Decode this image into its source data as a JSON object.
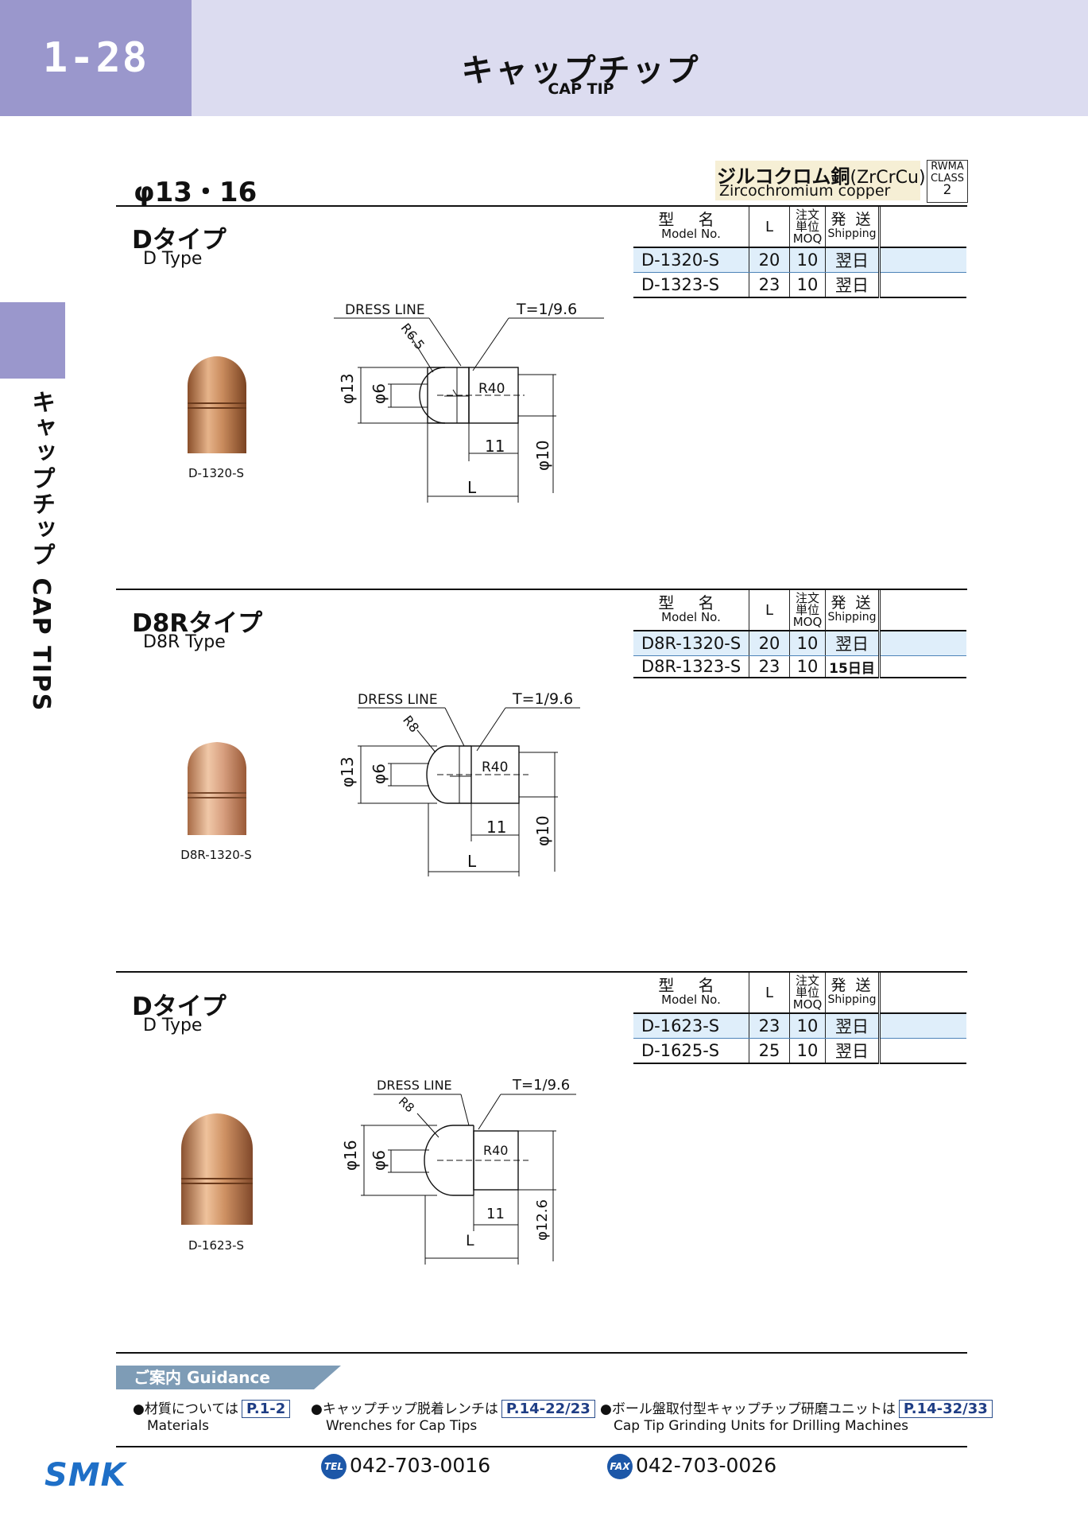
{
  "header": {
    "page_number": "1-28",
    "title_jp": "キャップチップ",
    "title_en": "CAP TIP"
  },
  "side_tab": {
    "text": "キャップチップ CAP TIPS"
  },
  "size_title": "φ13・16",
  "material": {
    "jp": "ジルコクロム銅",
    "formula": "(ZrCrCu)",
    "en": "Zircochromium copper",
    "rwma_line1": "RWMA",
    "rwma_line2": "CLASS",
    "rwma_class": "2"
  },
  "table_headers": {
    "model_jp": "型 名",
    "model_en": "Model No.",
    "L": "L",
    "moq_jp1": "注文",
    "moq_jp2": "単位",
    "moq_en": "MOQ",
    "ship_jp": "発 送",
    "ship_en": "Shipping"
  },
  "sections": [
    {
      "type_jp": "Dタイプ",
      "type_en": "D Type",
      "rows": [
        {
          "model": "D-1320-S",
          "L": "20",
          "moq": "10",
          "ship": "翌日"
        },
        {
          "model": "D-1323-S",
          "L": "23",
          "moq": "10",
          "ship": "翌日"
        }
      ],
      "photo_caption": "D-1320-S",
      "drawing": {
        "dress": "DRESS LINE",
        "taper": "T=1/9.6",
        "radius": "R6.5",
        "r40": "R40",
        "dia_big": "φ13",
        "dia_small": "φ6",
        "len11": "11",
        "dia_shank": "φ10",
        "L": "L"
      }
    },
    {
      "type_jp": "D8Rタイプ",
      "type_en": "D8R Type",
      "rows": [
        {
          "model": "D8R-1320-S",
          "L": "20",
          "moq": "10",
          "ship": "翌日"
        },
        {
          "model": "D8R-1323-S",
          "L": "23",
          "moq": "10",
          "ship": "15日目"
        }
      ],
      "photo_caption": "D8R-1320-S",
      "drawing": {
        "dress": "DRESS LINE",
        "taper": "T=1/9.6",
        "radius": "R8",
        "r40": "R40",
        "dia_big": "φ13",
        "dia_small": "φ6",
        "len11": "11",
        "dia_shank": "φ10",
        "L": "L"
      }
    },
    {
      "type_jp": "Dタイプ",
      "type_en": "D Type",
      "rows": [
        {
          "model": "D-1623-S",
          "L": "23",
          "moq": "10",
          "ship": "翌日"
        },
        {
          "model": "D-1625-S",
          "L": "25",
          "moq": "10",
          "ship": "翌日"
        }
      ],
      "photo_caption": "D-1623-S",
      "drawing": {
        "dress": "DRESS LINE",
        "taper": "T=1/9.6",
        "radius": "R8",
        "r40": "R40",
        "dia_big": "φ16",
        "dia_small": "φ6",
        "len11": "11",
        "dia_shank": "φ12.6",
        "L": "L"
      }
    }
  ],
  "guidance": {
    "title": "ご案内 Guidance",
    "items": [
      {
        "jp": "●材質については",
        "ref": "P.1-2",
        "en": "Materials"
      },
      {
        "jp": "●キャップチップ脱着レンチは",
        "ref": "P.14-22/23",
        "en": "Wrenches for Cap Tips"
      },
      {
        "jp": "●ボール盤取付型キャップチップ研磨ユニットは",
        "ref": "P.14-32/33",
        "en": "Cap Tip Grinding Units for Drilling Machines"
      }
    ]
  },
  "footer": {
    "logo": "SMK",
    "tel_badge": "TEL",
    "tel": "042-703-0016",
    "fax_badge": "FAX",
    "fax": "042-703-0026"
  },
  "colors": {
    "header_band": "#dcdcf0",
    "header_accent": "#9a97cc",
    "table_highlight": "#dfeefa",
    "material_bg": "#f6efd5",
    "guidance_tab": "#7e9cb6",
    "copper": "#c8875a",
    "logo_blue": "#1e6fc7"
  }
}
